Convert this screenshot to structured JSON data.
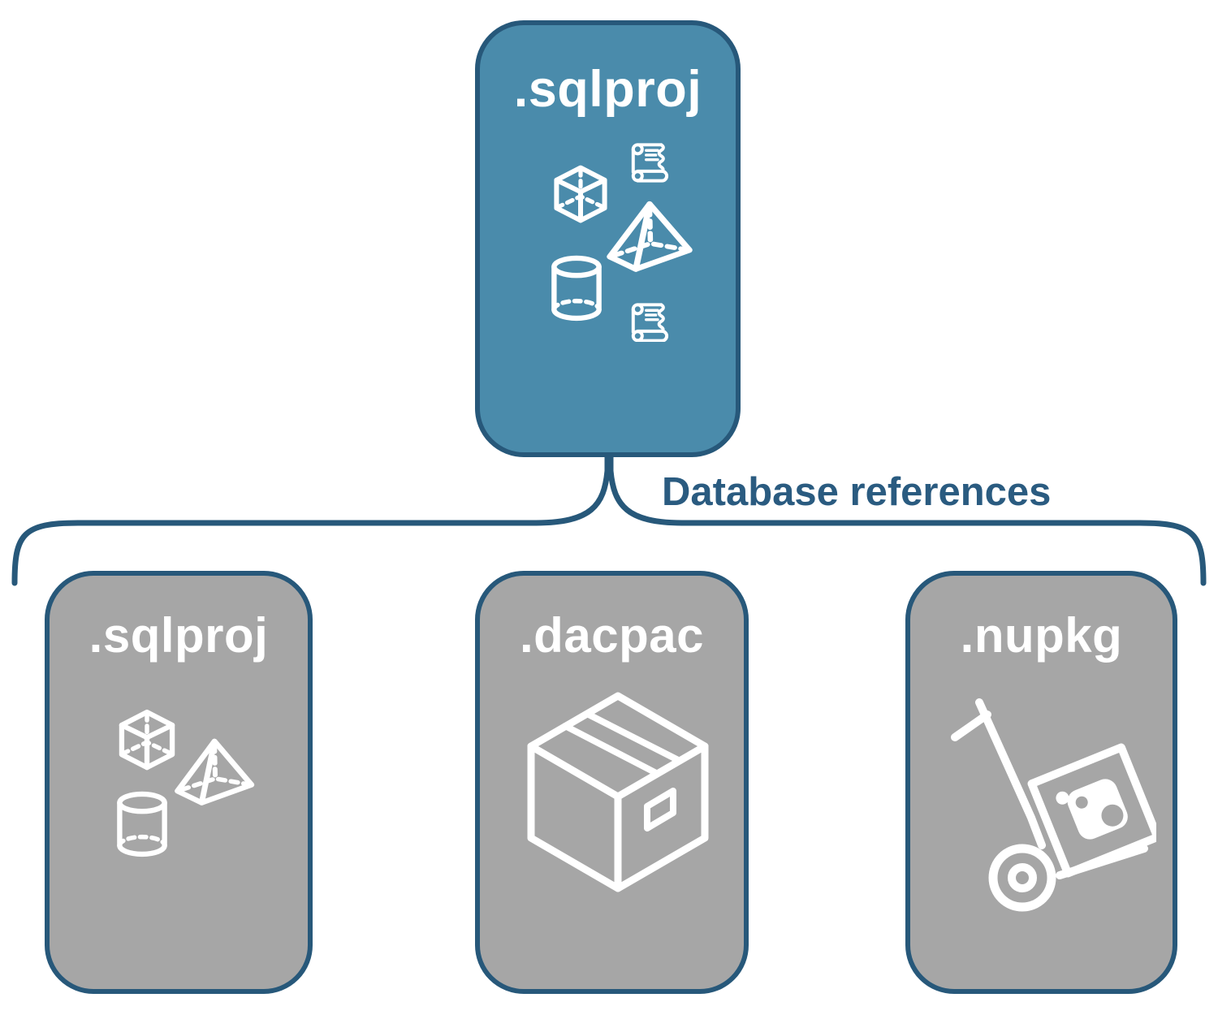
{
  "diagram": {
    "root": {
      "label": ".sqlproj",
      "icons": [
        "cube-icon",
        "scroll-icon",
        "pyramid-icon",
        "cylinder-icon",
        "scroll-icon"
      ]
    },
    "connector_label": "Database references",
    "children": [
      {
        "label": ".sqlproj",
        "icons": [
          "cube-icon",
          "pyramid-icon",
          "cylinder-icon"
        ]
      },
      {
        "label": ".dacpac",
        "icons": [
          "package-box-icon"
        ]
      },
      {
        "label": ".nupkg",
        "icons": [
          "hand-truck-package-icon"
        ]
      }
    ],
    "colors": {
      "background": "#ffffff",
      "root_fill": "#4a8bab",
      "child_fill": "#a6a6a6",
      "outline": "#27587a",
      "label_text": "#ffffff",
      "connector_text": "#2a5b80",
      "icon_stroke": "#ffffff"
    }
  }
}
